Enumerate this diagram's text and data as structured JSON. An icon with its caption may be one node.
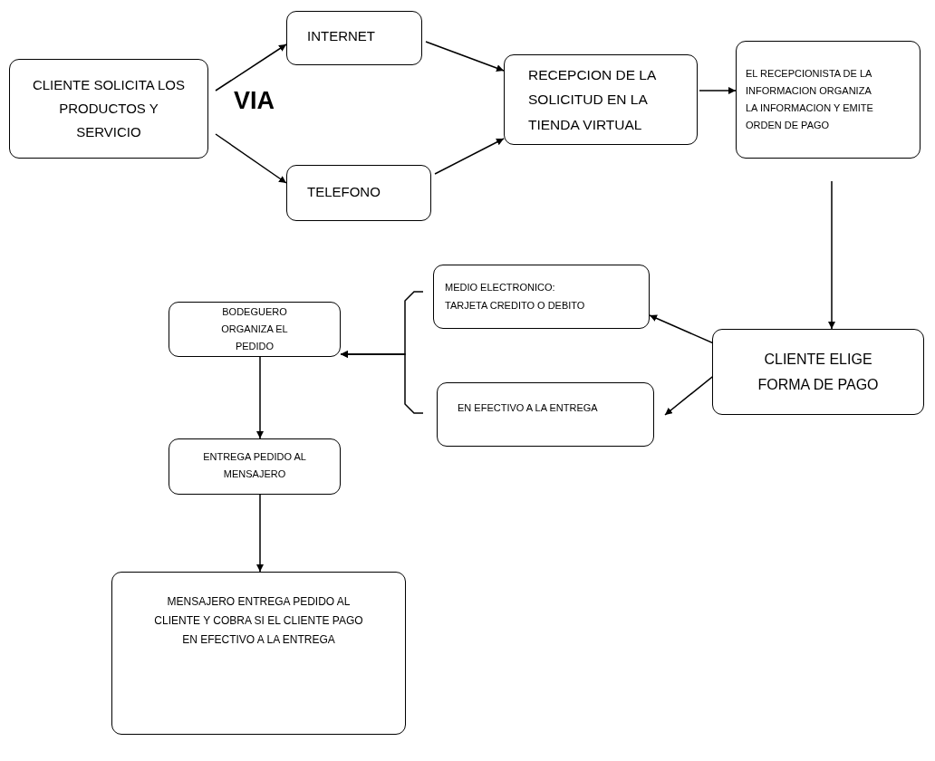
{
  "diagram": {
    "nodes": [
      {
        "text": [
          "CLIENTE SOLICITA LOS PRODUCTOS Y SERVICIO"
        ]
      },
      {
        "text": [
          "INTERNET"
        ]
      },
      {
        "text": [
          "TELEFONO"
        ]
      },
      {
        "text": [
          "RECEPCION DE LA SOLICITUD EN LA TIENDA VIRTUAL"
        ]
      },
      {
        "text": [
          "EL RECEPCIONISTA DE LA INFORMACION ORGANIZA LA INFORMACION Y EMITE ORDEN DE PAGO"
        ]
      },
      {
        "text": [
          "CLIENTE ELIGE FORMA DE PAGO"
        ]
      },
      {
        "text": [
          "MEDIO ELECTRONICO: TARJETA CREDITO O DEBITO"
        ]
      },
      {
        "text": [
          "EN EFECTIVO A LA ENTREGA"
        ]
      },
      {
        "text": [
          "BODEGUERO ORGANIZA EL PEDIDO"
        ]
      },
      {
        "text": [
          "ENTREGA PEDIDO AL MENSAJERO"
        ]
      },
      {
        "text": [
          "MENSAJERO ENTREGA PEDIDO AL CLIENTE Y COBRA SI EL CLIENTE PAGO EN EFECTIVO A LA ENTREGA"
        ]
      }
    ],
    "edges": [
      {
        "from": 0,
        "to": 1,
        "arrow": "to"
      },
      {
        "from": 0,
        "to": 2,
        "arrow": "to"
      },
      {
        "from": 1,
        "to": 3,
        "arrow": "to"
      },
      {
        "from": 2,
        "to": 3,
        "arrow": "to"
      },
      {
        "from": 3,
        "to": 4,
        "arrow": "to"
      },
      {
        "from": 4,
        "to": 5,
        "arrow": "to"
      },
      {
        "from": 5,
        "to": 6,
        "arrow": "to"
      },
      {
        "from": 5,
        "to": 7,
        "arrow": "to"
      },
      {
        "from": 6,
        "to": 8,
        "arrow": "to"
      },
      {
        "from": 7,
        "to": 8,
        "arrow": "to"
      },
      {
        "from": 8,
        "to": 9,
        "arrow": "to"
      },
      {
        "from": 9,
        "to": 10,
        "arrow": "to"
      }
    ],
    "labels": [
      "VIA"
    ]
  }
}
